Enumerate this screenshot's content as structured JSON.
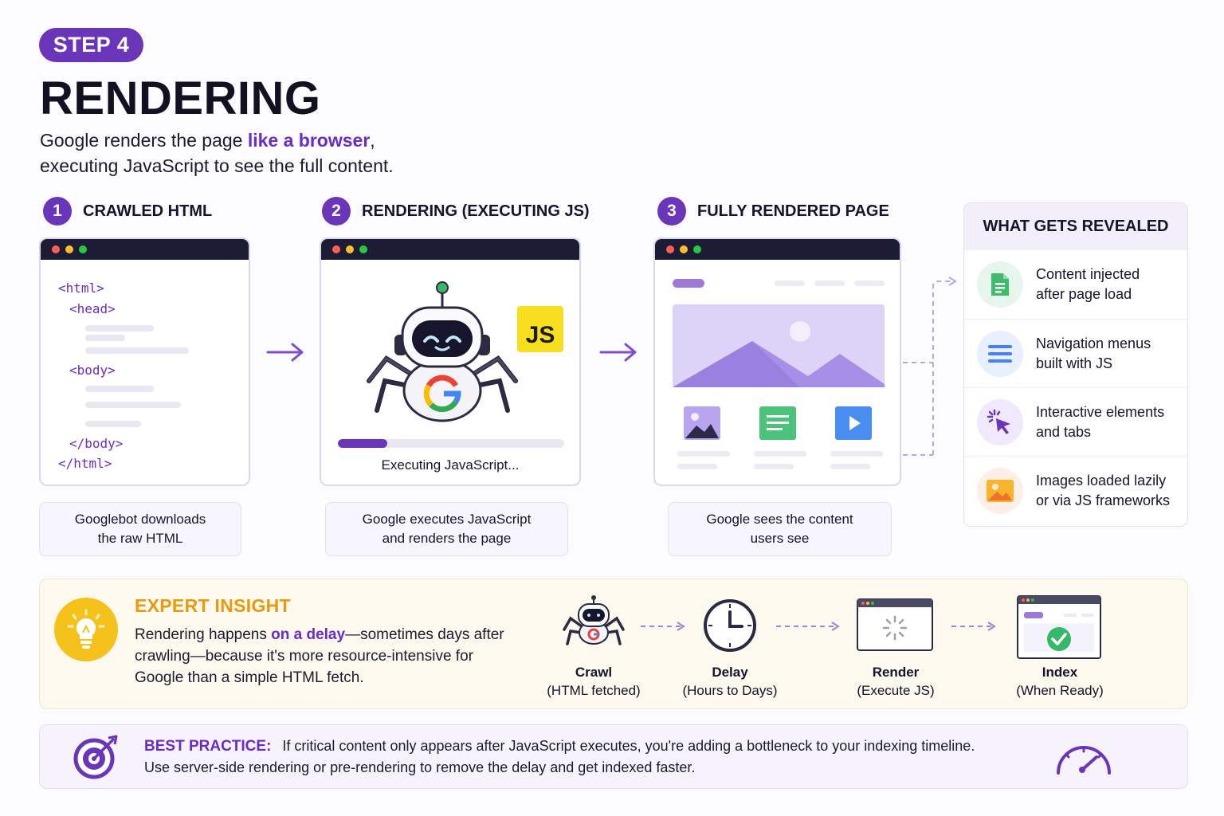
{
  "header": {
    "step_pill": "STEP 4",
    "title": "RENDERING",
    "subtitle_before": "Google renders the page ",
    "subtitle_highlight": "like a browser",
    "subtitle_after": ",",
    "subtitle_line2": "executing JavaScript to see the full content."
  },
  "steps": [
    {
      "num": "1",
      "label": "CRAWLED HTML",
      "caption_line1": "Googlebot downloads",
      "caption_line2": "the raw HTML"
    },
    {
      "num": "2",
      "label": "RENDERING (EXECUTING JS)",
      "caption_line1": "Google executes JavaScript",
      "caption_line2": "and renders the page"
    },
    {
      "num": "3",
      "label": "FULLY RENDERED PAGE",
      "caption_line1": "Google sees the content",
      "caption_line2": "users see"
    }
  ],
  "code": {
    "html_open": "<html>",
    "head_open": "<head>",
    "body_open": "<body>",
    "body_close": "</body>",
    "html_close": "</html>"
  },
  "rendering": {
    "js_badge": "JS",
    "status": "Executing JavaScript...",
    "progress": 0.22
  },
  "reveal": {
    "title": "WHAT GETS REVEALED",
    "items": [
      {
        "icon": "document-icon",
        "line1": "Content injected",
        "line2": "after page load"
      },
      {
        "icon": "menu-icon",
        "line1": "Navigation menus",
        "line2": "built with JS"
      },
      {
        "icon": "cursor-click-icon",
        "line1": "Interactive elements",
        "line2": "and tabs"
      },
      {
        "icon": "image-icon",
        "line1": "Images loaded lazily",
        "line2": "or via JS frameworks"
      }
    ]
  },
  "insight": {
    "title": "EXPERT INSIGHT",
    "text_before": "Rendering happens ",
    "text_highlight": "on a delay",
    "text_after": "—sometimes days after crawling—because it's more resource-intensive for Google than a simple HTML fetch."
  },
  "timeline": [
    {
      "title": "Crawl",
      "sub": "(HTML fetched)"
    },
    {
      "title": "Delay",
      "sub": "(Hours to Days)"
    },
    {
      "title": "Render",
      "sub": "(Execute JS)"
    },
    {
      "title": "Index",
      "sub": "(When Ready)"
    }
  ],
  "best_practice": {
    "label": "BEST PRACTICE:",
    "line1": "If critical content only appears after JavaScript executes, you're adding a bottleneck to your indexing timeline.",
    "line2": "Use server-side rendering or pre-rendering to remove the delay and get indexed faster."
  },
  "colors": {
    "purple": "#6a35b8",
    "accent_text": "#6a2cc4",
    "insight_orange": "#e69a0c",
    "bulb_yellow": "#f5c21b",
    "js_yellow": "#f7df1e"
  }
}
